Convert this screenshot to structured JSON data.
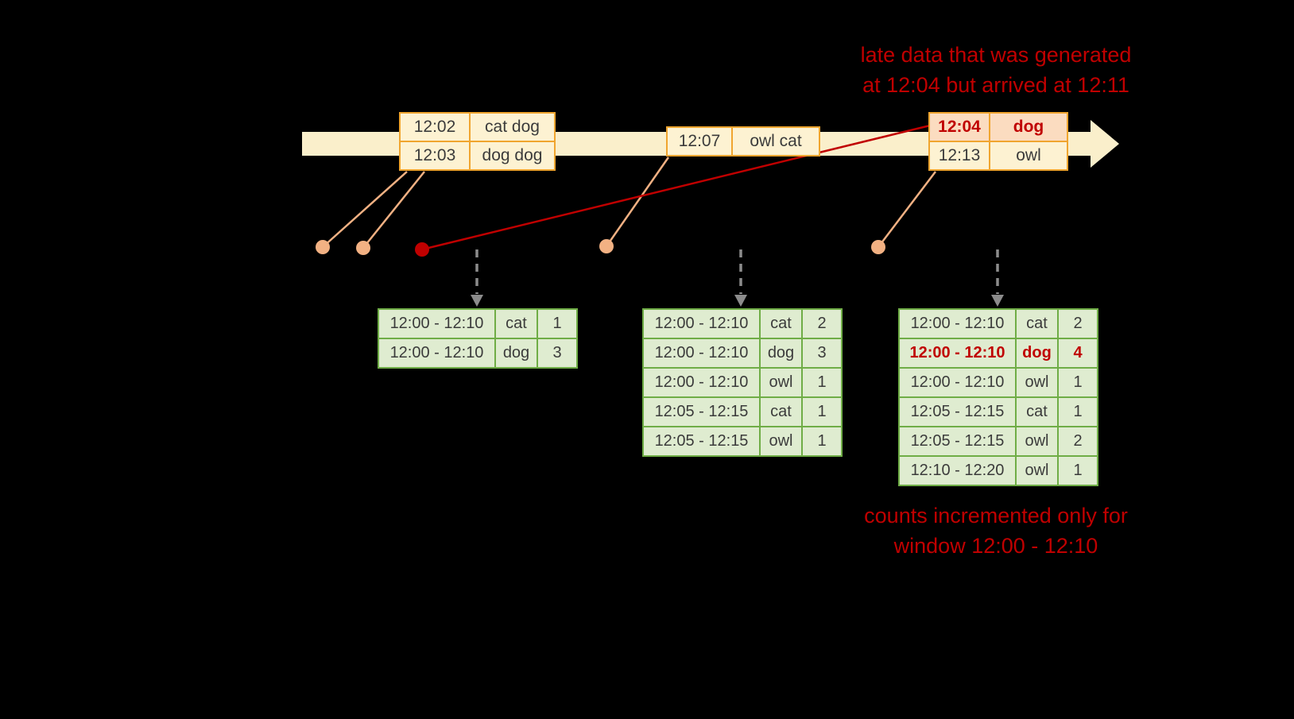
{
  "colors": {
    "background": "#000000",
    "timeline_fill": "#faefcb",
    "event_border": "#f0a52f",
    "event_fill": "#fdf2d2",
    "late_event_fill": "#fbdcc0",
    "connector": "#f2b183",
    "late_red": "#c00000",
    "result_border": "#6fad46",
    "result_fill": "#dfecd0",
    "trigger_arrow_gray": "#8c8c8c",
    "table_text": "#3b3b3b"
  },
  "annotations": {
    "late_note_line1": "late data that was generated",
    "late_note_line2": "at 12:04 but arrived at 12:11",
    "counts_note_line1": "counts incremented only for",
    "counts_note_line2": "window 12:00 - 12:10"
  },
  "event_tables": [
    {
      "rows": [
        {
          "time": "12:02",
          "words": "cat dog"
        },
        {
          "time": "12:03",
          "words": "dog dog"
        }
      ]
    },
    {
      "rows": [
        {
          "time": "12:07",
          "words": "owl cat"
        }
      ]
    },
    {
      "rows": [
        {
          "time": "12:04",
          "words": "dog",
          "late": true
        },
        {
          "time": "12:13",
          "words": "owl"
        }
      ]
    }
  ],
  "result_tables": [
    {
      "rows": [
        {
          "window": "12:00 - 12:10",
          "word": "cat",
          "count": "1"
        },
        {
          "window": "12:00 - 12:10",
          "word": "dog",
          "count": "3"
        }
      ]
    },
    {
      "rows": [
        {
          "window": "12:00 - 12:10",
          "word": "cat",
          "count": "2"
        },
        {
          "window": "12:00 - 12:10",
          "word": "dog",
          "count": "3"
        },
        {
          "window": "12:00 - 12:10",
          "word": "owl",
          "count": "1"
        },
        {
          "window": "12:05 - 12:15",
          "word": "cat",
          "count": "1"
        },
        {
          "window": "12:05 - 12:15",
          "word": "owl",
          "count": "1"
        }
      ]
    },
    {
      "rows": [
        {
          "window": "12:00 - 12:10",
          "word": "cat",
          "count": "2"
        },
        {
          "window": "12:00 - 12:10",
          "word": "dog",
          "count": "4",
          "highlight": true
        },
        {
          "window": "12:00 - 12:10",
          "word": "owl",
          "count": "1"
        },
        {
          "window": "12:05 - 12:15",
          "word": "cat",
          "count": "1"
        },
        {
          "window": "12:05 - 12:15",
          "word": "owl",
          "count": "2"
        },
        {
          "window": "12:10 - 12:20",
          "word": "owl",
          "count": "1"
        }
      ]
    }
  ]
}
